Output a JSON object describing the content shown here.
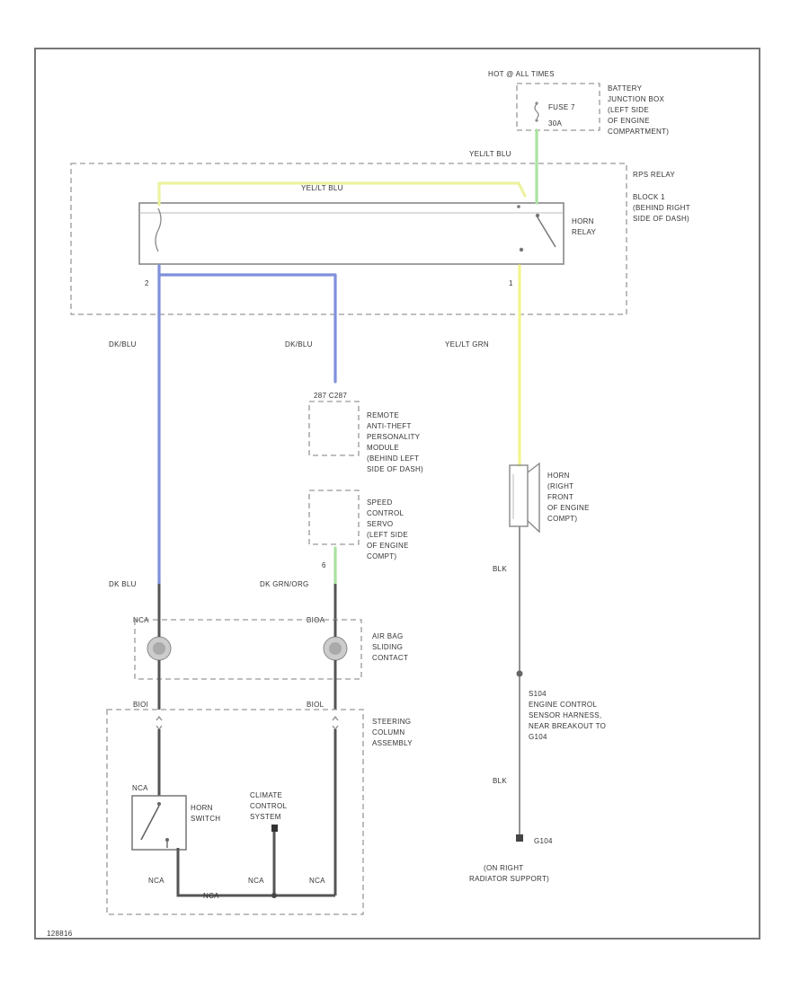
{
  "colors": {
    "yel_blu": "#eef2a0",
    "yel_grn": "#f4f48a",
    "blue": "#7f90dc",
    "green": "#a9e3a0",
    "black": "#555555",
    "frame": "#777777",
    "dashed": "#999999"
  },
  "power": {
    "hot_label": "HOT @ ALL TIMES",
    "fuse_label": "FUSE 7",
    "fuse_amps": "30A",
    "location": [
      "BATTERY",
      "JUNCTION BOX",
      "(LEFT SIDE",
      "OF ENGINE",
      "COMPARTMENT)"
    ]
  },
  "relay_box": {
    "title": "RPS RELAY",
    "location": [
      "BLOCK 1",
      "(BEHIND RIGHT",
      "SIDE OF DASH)"
    ],
    "relay_label": [
      "HORN",
      "RELAY"
    ],
    "pin_left": "2",
    "pin_right": "1"
  },
  "wires": {
    "yel_blu_top": "YEL/LT BLU",
    "yel_blu_inner": "YEL/LT BLU",
    "dk_blu_left": "DK/BLU",
    "dk_blu_mid": "DK/BLU",
    "yel_grn": "YEL/LT GRN",
    "dk_blu_lower": "DK BLU",
    "dk_grn_org": "DK GRN/ORG",
    "blk_upper": "BLK",
    "blk_lower": "BLK"
  },
  "rap_module": {
    "header": "287 C287",
    "lines": [
      "REMOTE",
      "ANTI-THEFT",
      "PERSONALITY",
      "MODULE",
      "(BEHIND LEFT",
      "SIDE OF DASH)"
    ]
  },
  "speed_servo": {
    "pin": "6",
    "lines": [
      "SPEED",
      "CONTROL",
      "SERVO",
      "(LEFT SIDE",
      "OF ENGINE",
      "COMPT)"
    ]
  },
  "horn": {
    "lines": [
      "HORN",
      "(RIGHT",
      "FRONT",
      "OF ENGINE",
      "COMPT)"
    ]
  },
  "splice": {
    "lines": [
      "S104",
      "ENGINE CONTROL",
      "SENSOR HARNESS,",
      "NEAR BREAKOUT TO",
      "G104"
    ]
  },
  "ground": {
    "id": "G104",
    "lines": [
      "(ON RIGHT",
      "RADIATOR SUPPORT)"
    ]
  },
  "clockspring": {
    "pin_left_top": "NCA",
    "pin_right_top": "BIOA",
    "pin_left_bot": "BIOI",
    "pin_right_bot": "BIOL",
    "lines": [
      "AIR BAG",
      "SLIDING",
      "CONTACT"
    ]
  },
  "column": {
    "lines": [
      "STEERING",
      "COLUMN",
      "ASSEMBLY"
    ],
    "horn_switch": [
      "HORN",
      "SWITCH"
    ],
    "climate": [
      "CLIMATE",
      "CONTROL",
      "SYSTEM"
    ],
    "pin_nca_left": "NCA",
    "pin_nca_bottom_left": "NCA",
    "pin_nca_mid": "NCA",
    "pin_nca_right": "NCA",
    "pin_nca_center": "NCA"
  },
  "footer_code": "128816"
}
